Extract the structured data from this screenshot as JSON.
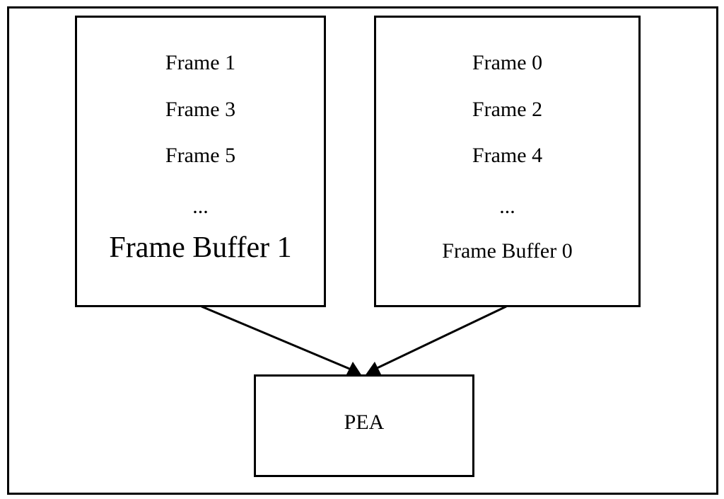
{
  "frame_buffer_1": {
    "frames": [
      "Frame 1",
      "Frame 3",
      "Frame 5",
      "..."
    ],
    "label": "Frame Buffer 1"
  },
  "frame_buffer_0": {
    "frames": [
      "Frame 0",
      "Frame 2",
      "Frame 4",
      "..."
    ],
    "label": "Frame Buffer 0"
  },
  "pea": {
    "label": "PEA"
  },
  "edges": [
    {
      "from": "Frame Buffer 1",
      "to": "PEA"
    },
    {
      "from": "Frame Buffer 0",
      "to": "PEA"
    }
  ]
}
